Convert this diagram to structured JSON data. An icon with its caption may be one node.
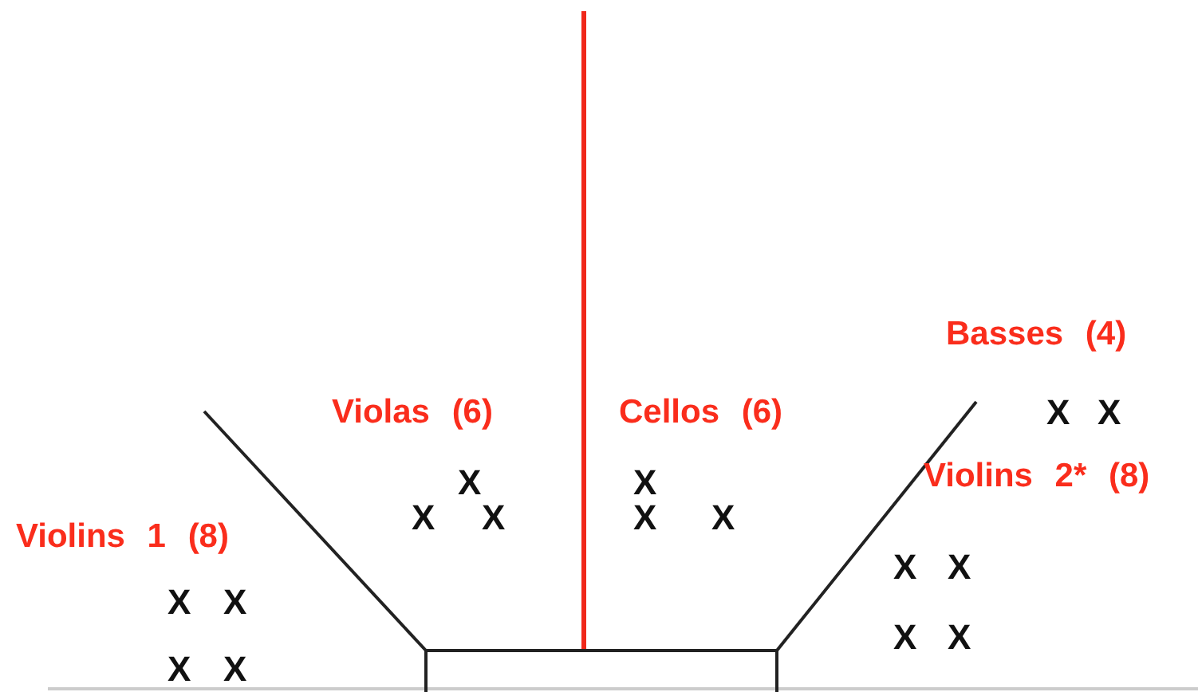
{
  "diagram": {
    "labels": [
      "Basses (4)",
      "Violas (6)",
      "Cellos (6)",
      "X",
      "X",
      "X",
      "X",
      "Violins 2* (8)",
      "Violins 1 (8)",
      "X",
      "X",
      "X",
      "X",
      "X",
      "X",
      "X",
      "X",
      "X",
      "X",
      "X",
      "X"
    ]
  }
}
